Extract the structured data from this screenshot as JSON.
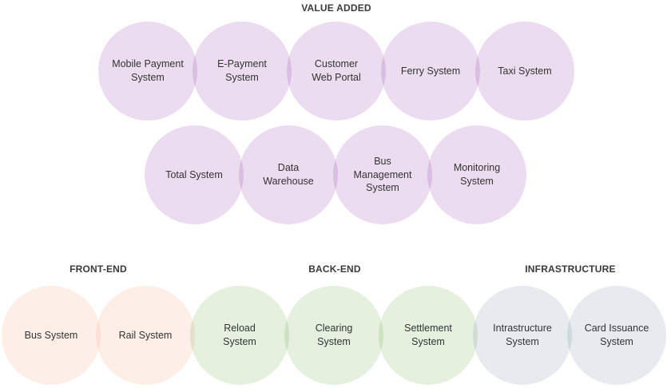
{
  "colors": {
    "background": "#ffffff",
    "value_added_circle": "#ecdcf0",
    "front_end_circle": "#fdefe8",
    "back_end_circle": "#e5f0df",
    "infrastructure_circle": "#e7ebf0",
    "circle_text": "#333333",
    "section_title_text": "#3a3a3a"
  },
  "sections": {
    "value_added": {
      "label": "VALUE ADDED",
      "row1": [
        "Mobile Payment\nSystem",
        "E-Payment\nSystem",
        "Customer\nWeb Portal",
        "Ferry System",
        "Taxi System"
      ],
      "row2": [
        "Total System",
        "Data\nWarehouse",
        "Bus\nManagement\nSystem",
        "Monitoring\nSystem"
      ]
    },
    "front_end": {
      "label": "FRONT-END",
      "items": [
        "Bus System",
        "Rail System"
      ]
    },
    "back_end": {
      "label": "BACK-END",
      "items": [
        "Reload\nSystem",
        "Clearing\nSystem",
        "Settlement\nSystem"
      ]
    },
    "infrastructure": {
      "label": "INFRASTRUCTURE",
      "items": [
        "Intrastructure\nSystem",
        "Card Issuance\nSystem"
      ]
    }
  }
}
